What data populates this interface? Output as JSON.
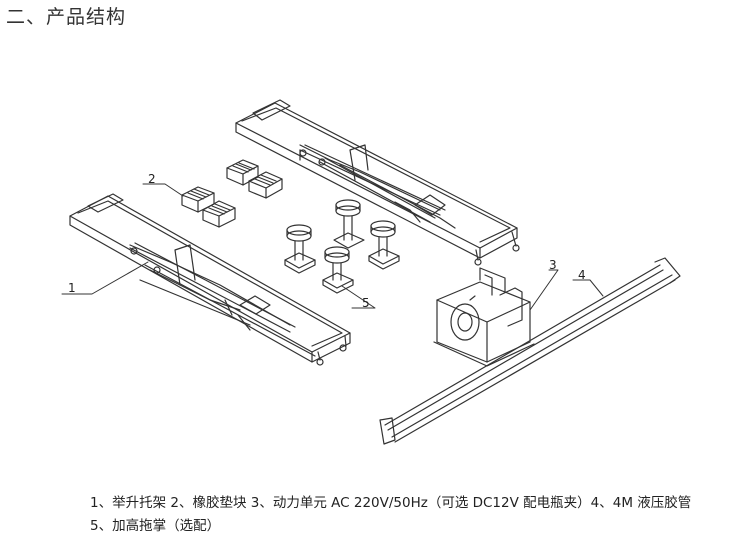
{
  "heading": "二、产品结构",
  "callouts": {
    "c1": "1",
    "c2": "2",
    "c3": "3",
    "c4": "4",
    "c5": "5"
  },
  "captions": {
    "line1": "1、举升托架 2、橡胶垫块 3、动力单元 AC 220V/50Hz（可选 DC12V 配电瓶夹）4、4M 液压胶管",
    "line2": "5、加高拖掌（选配）"
  },
  "colors": {
    "line": "#333333",
    "background": "#ffffff"
  }
}
